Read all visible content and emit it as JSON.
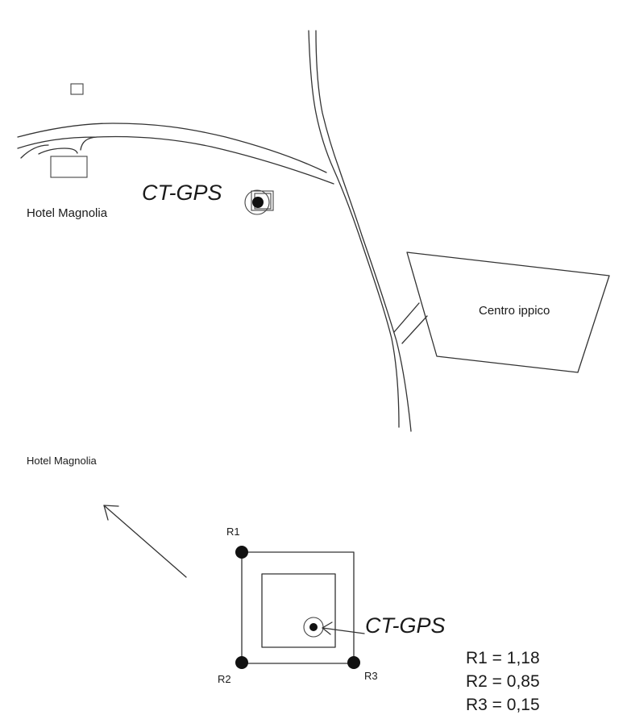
{
  "top_map": {
    "hotel_label": "Hotel Magnolia",
    "station_label": "CT-GPS",
    "equestrian_label": "Centro ippico"
  },
  "detail": {
    "hotel_label": "Hotel Magnolia",
    "station_label": "CT-GPS",
    "corners": {
      "r1": "R1",
      "r2": "R2",
      "r3": "R3"
    },
    "values": {
      "r1": "R1 = 1,18",
      "r2": "R2 = 0,85",
      "r3": "R3 = 0,15"
    }
  }
}
